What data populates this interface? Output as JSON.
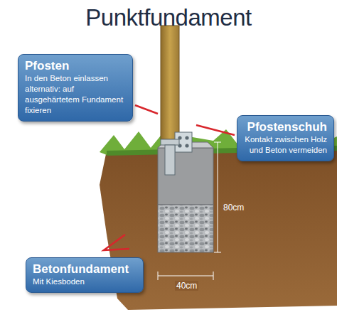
{
  "diagram": {
    "title": "Punktfundament",
    "nodes": [
      {
        "text": [
          "Pfosten",
          "In den Beton einlassen alternativ: auf ausgehärtetem Fundament fixieren"
        ]
      },
      {
        "text": [
          "Pfostenschuh",
          "Kontakt zwischen Holz und Beton vermeiden"
        ]
      },
      {
        "text": [
          "Betonfundament",
          "Mit Kiesboden"
        ]
      }
    ],
    "labels": [
      "80cm",
      "40cm"
    ]
  }
}
